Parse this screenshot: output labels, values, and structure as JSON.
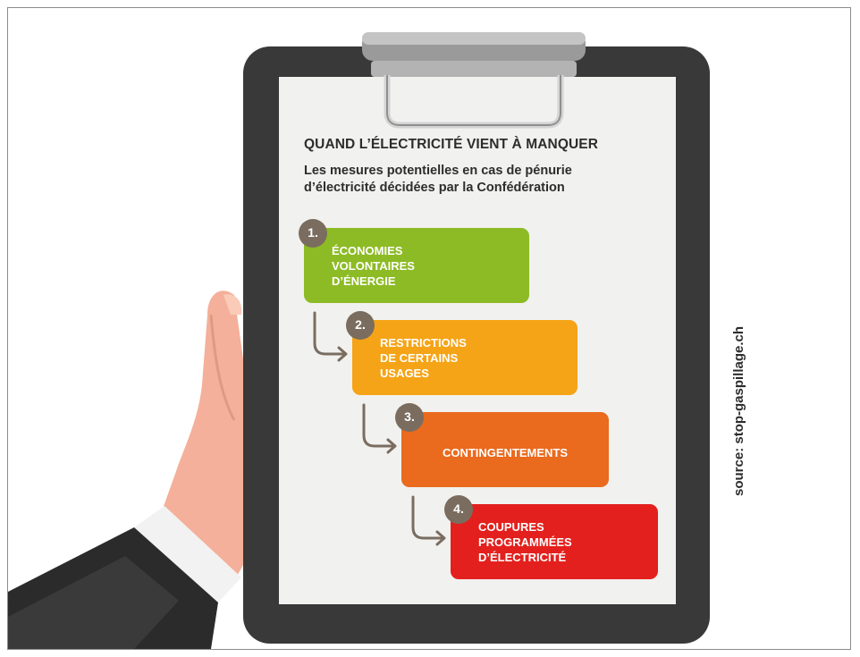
{
  "card": {
    "title": "QUAND L’ÉLECTRICITÉ VIENT À MANQUER",
    "subtitle": "Les mesures potentielles en cas de pénurie\nd’électricité décidées par la Confédération"
  },
  "steps": [
    {
      "number": "1.",
      "label": "ÉCONOMIES\nVOLONTAIRES\nD’ÉNERGIE",
      "color": "#8dbb25"
    },
    {
      "number": "2.",
      "label": "RESTRICTIONS\nDE CERTAINS\nUSAGES",
      "color": "#f5a417"
    },
    {
      "number": "3.",
      "label": "CONTINGENTEMENTS",
      "color": "#ea6a1e"
    },
    {
      "number": "4.",
      "label": "COUPURES\nPROGRAMMÉES\nD’ÉLECTRICITÉ",
      "color": "#e3201d"
    }
  ],
  "source": "source: stop-gaspillage.ch",
  "colors": {
    "board": "#3a3939",
    "paper": "#f1f1ef",
    "badge": "#7a6d60",
    "arrow": "#7a6d60",
    "skin": "#f4b09a",
    "sleeve": "#2b2b2b",
    "cuff": "#f2f2f2"
  }
}
